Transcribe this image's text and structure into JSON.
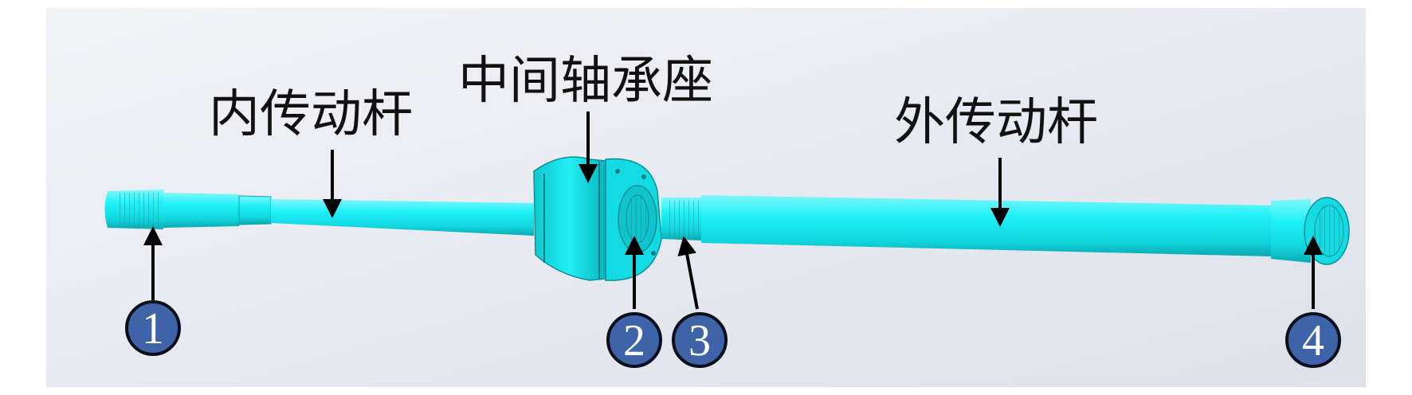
{
  "labels": {
    "inner_shaft": "内传动杆",
    "bearing_seat": "中间轴承座",
    "outer_shaft": "外传动杆"
  },
  "markers": {
    "m1": "1",
    "m2": "2",
    "m3": "3",
    "m4": "4"
  },
  "colors": {
    "shaft": "#19e6ee",
    "shaft_light": "#8ff8fb",
    "shaft_dark": "#0fb7be",
    "marker_fill": "#3f63a8",
    "marker_stroke": "#0a0f1c",
    "background": "#e8ebf2"
  }
}
